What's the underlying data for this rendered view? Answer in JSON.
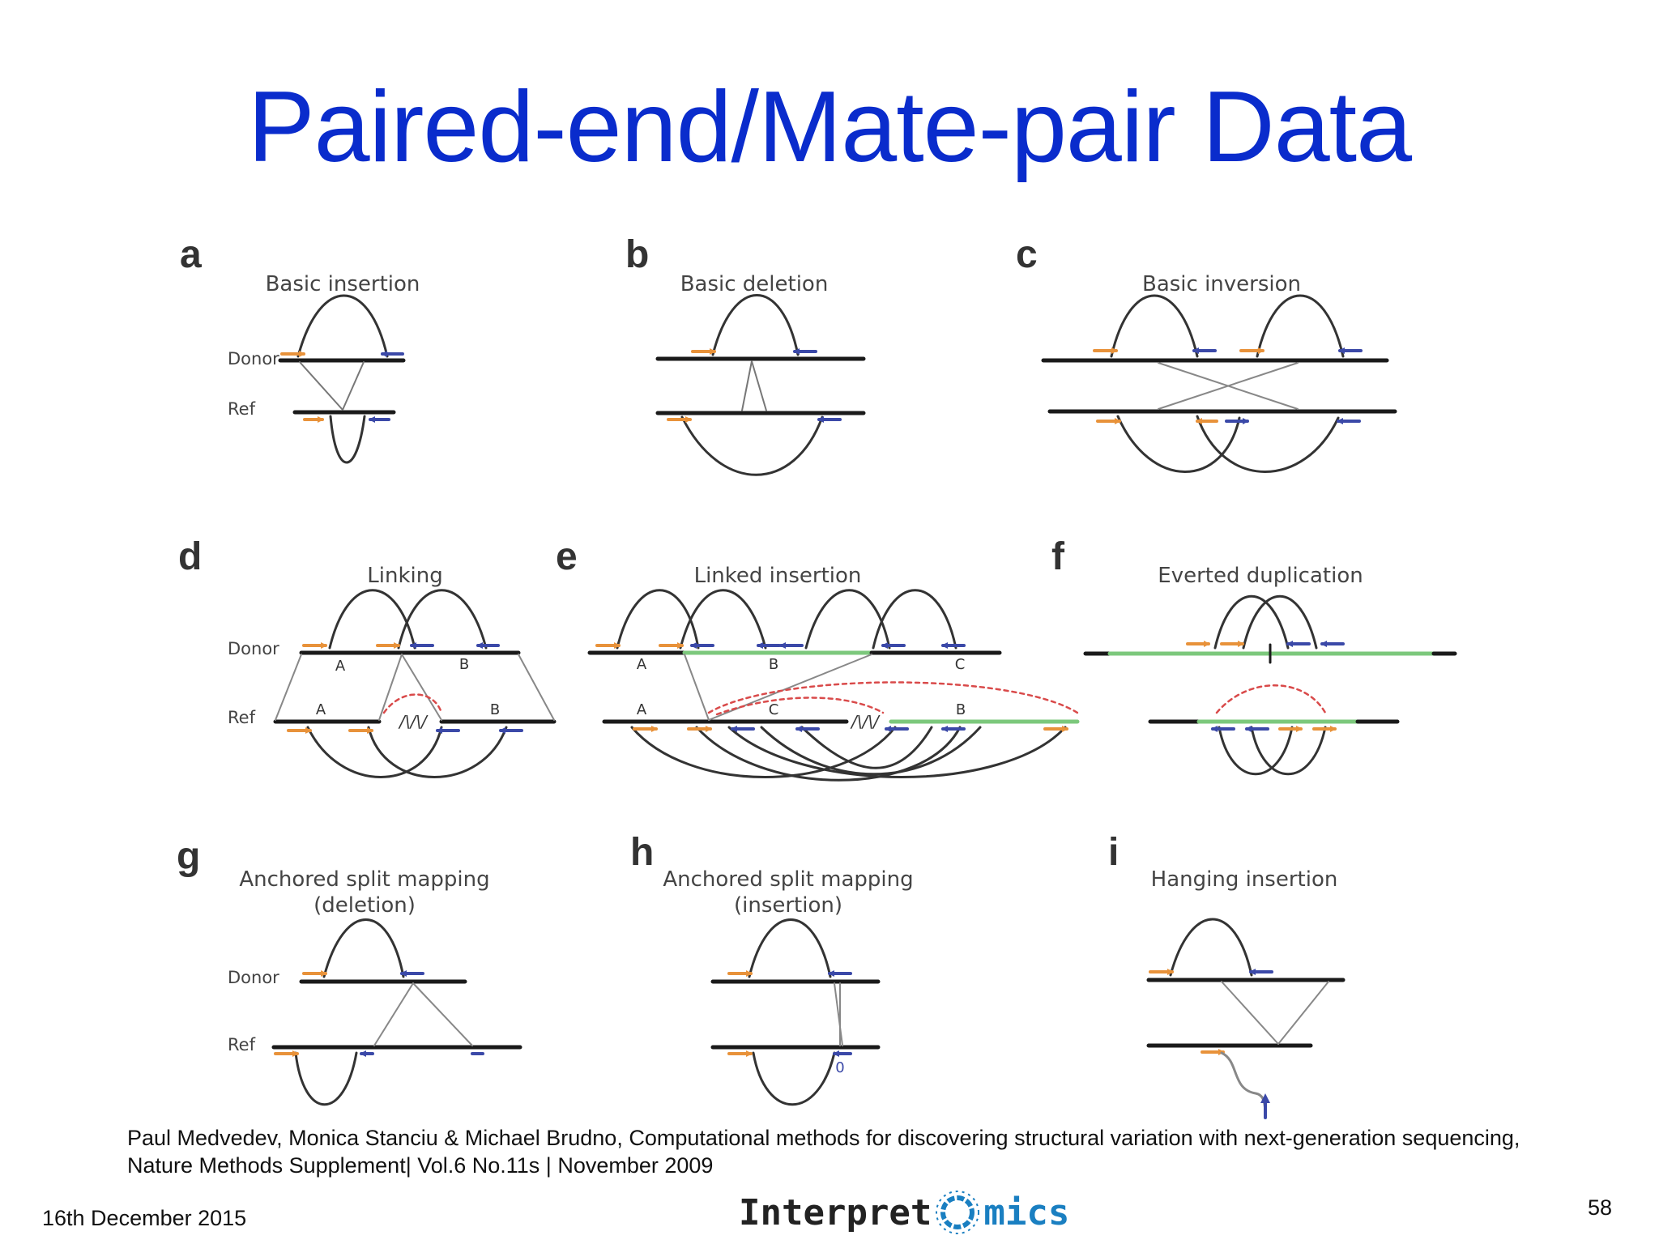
{
  "slide": {
    "title": "Paired-end/Mate-pair Data",
    "citation_line1": "Paul Medvedev, Monica Stanciu & Michael Brudno, Computational methods for discovering structural variation with next-generation sequencing,",
    "citation_line2": "Nature Methods Supplement| Vol.6 No.11s | November 2009",
    "date": "16th December 2015",
    "page_number": "58",
    "logo_text_left": "Interpret",
    "logo_text_right": "mics"
  },
  "panels": [
    {
      "letter": "a",
      "title": "Basic insertion"
    },
    {
      "letter": "b",
      "title": "Basic deletion"
    },
    {
      "letter": "c",
      "title": "Basic inversion"
    },
    {
      "letter": "d",
      "title": "Linking"
    },
    {
      "letter": "e",
      "title": "Linked insertion"
    },
    {
      "letter": "f",
      "title": "Everted duplication"
    },
    {
      "letter": "g",
      "title_line1": "Anchored split mapping",
      "title_line2": "(deletion)"
    },
    {
      "letter": "h",
      "title_line1": "Anchored split mapping",
      "title_line2": "(insertion)"
    },
    {
      "letter": "i",
      "title": "Hanging insertion"
    }
  ],
  "labels": {
    "donor": "Donor",
    "ref": "Ref",
    "seg_a": "A",
    "seg_b": "B",
    "seg_c": "C",
    "zigzag": "/\\/\\/",
    "zero": "0"
  },
  "colors": {
    "title": "#0a2ccc",
    "forward_arrow": "#e8923a",
    "reverse_arrow": "#3b49a8",
    "sequence_line": "#1a1a1a",
    "inserted_segment": "#7cc87c",
    "link_dashed": "#d94a4a",
    "logo_accent": "#1a7fc1"
  }
}
